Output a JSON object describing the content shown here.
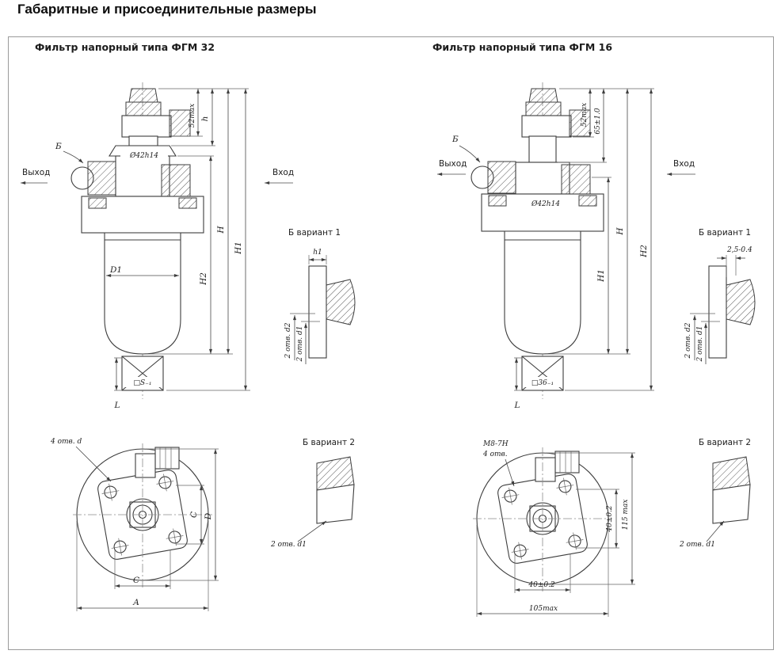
{
  "page": {
    "title": "Габаритные и присоединительные размеры"
  },
  "left": {
    "title": "Фильтр напорный типа ФГМ 32",
    "b_label": "Б",
    "outlet": "Выход",
    "inlet": "Вход",
    "dims": {
      "top_height": "52max",
      "h": "h",
      "flange_dia": "Ø42h14",
      "bowl_dia": "D1",
      "H": "H",
      "H1": "H1",
      "H2": "H2",
      "L": "L",
      "nut": "□S₋₁"
    },
    "variant1": {
      "title": "Б вариант 1",
      "h1": "h1",
      "holes_d2": "2 отв. d2",
      "holes_d1": "2 отв. d1"
    },
    "bottom": {
      "holes": "4 отв. d",
      "C_side": "C",
      "D": "D",
      "C_bottom": "C",
      "A": "A"
    },
    "variant2": {
      "title": "Б вариант 2",
      "holes_d1": "2 отв. d1"
    }
  },
  "right": {
    "title": "Фильтр напорный типа ФГМ 16",
    "b_label": "Б",
    "outlet": "Выход",
    "inlet": "Вход",
    "dims": {
      "top_height": "52max",
      "neck": "65±1.0",
      "flange_dia": "Ø42h14",
      "H": "H",
      "H1": "H1",
      "H2": "H2",
      "L": "L",
      "nut": "□36₋₁"
    },
    "variant1": {
      "title": "Б вариант 1",
      "depth": "2,5-0.4",
      "holes_d2": "2 отв. d2",
      "holes_d1": "2 отв. d1"
    },
    "bottom": {
      "thread": "M8-7H",
      "holes": "4 отв.",
      "bolt_v": "40±0.2",
      "dia_v": "115 max",
      "bolt_h": "40±0.2",
      "dia_h": "105max"
    },
    "variant2": {
      "title": "Б вариант 2",
      "holes_d1": "2 отв. d1"
    }
  }
}
